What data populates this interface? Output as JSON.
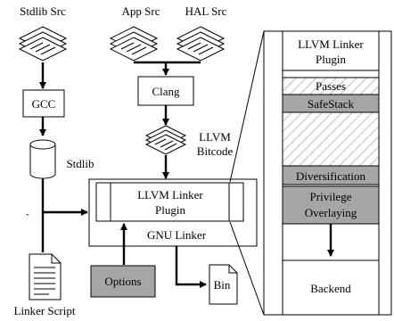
{
  "sources": {
    "stdlib_src": "Stdlib Src",
    "app_src": "App Src",
    "hal_src": "HAL Src"
  },
  "tools": {
    "gcc": "GCC",
    "clang": "Clang",
    "llvm_bitcode_line1": "LLVM",
    "llvm_bitcode_line2": "Bitcode",
    "stdlib": "Stdlib",
    "backtick": "`",
    "plugin_line1": "LLVM Linker",
    "plugin_line2": "Plugin",
    "gnu_linker": "GNU Linker",
    "options": "Options",
    "bin": "Bin",
    "linker_script": "Linker Script"
  },
  "expanded": {
    "title_line1": "LLVM Linker",
    "title_line2": "Plugin",
    "passes": "Passes",
    "safestack": "SafeStack",
    "diversification": "Diversification",
    "privilege_line1": "Privilege",
    "privilege_line2": "Overlaying",
    "backend": "Backend"
  },
  "colors": {
    "gray_fill": "#a6a6a6",
    "stroke": "#000000",
    "hatch": "#c8c8c8"
  }
}
